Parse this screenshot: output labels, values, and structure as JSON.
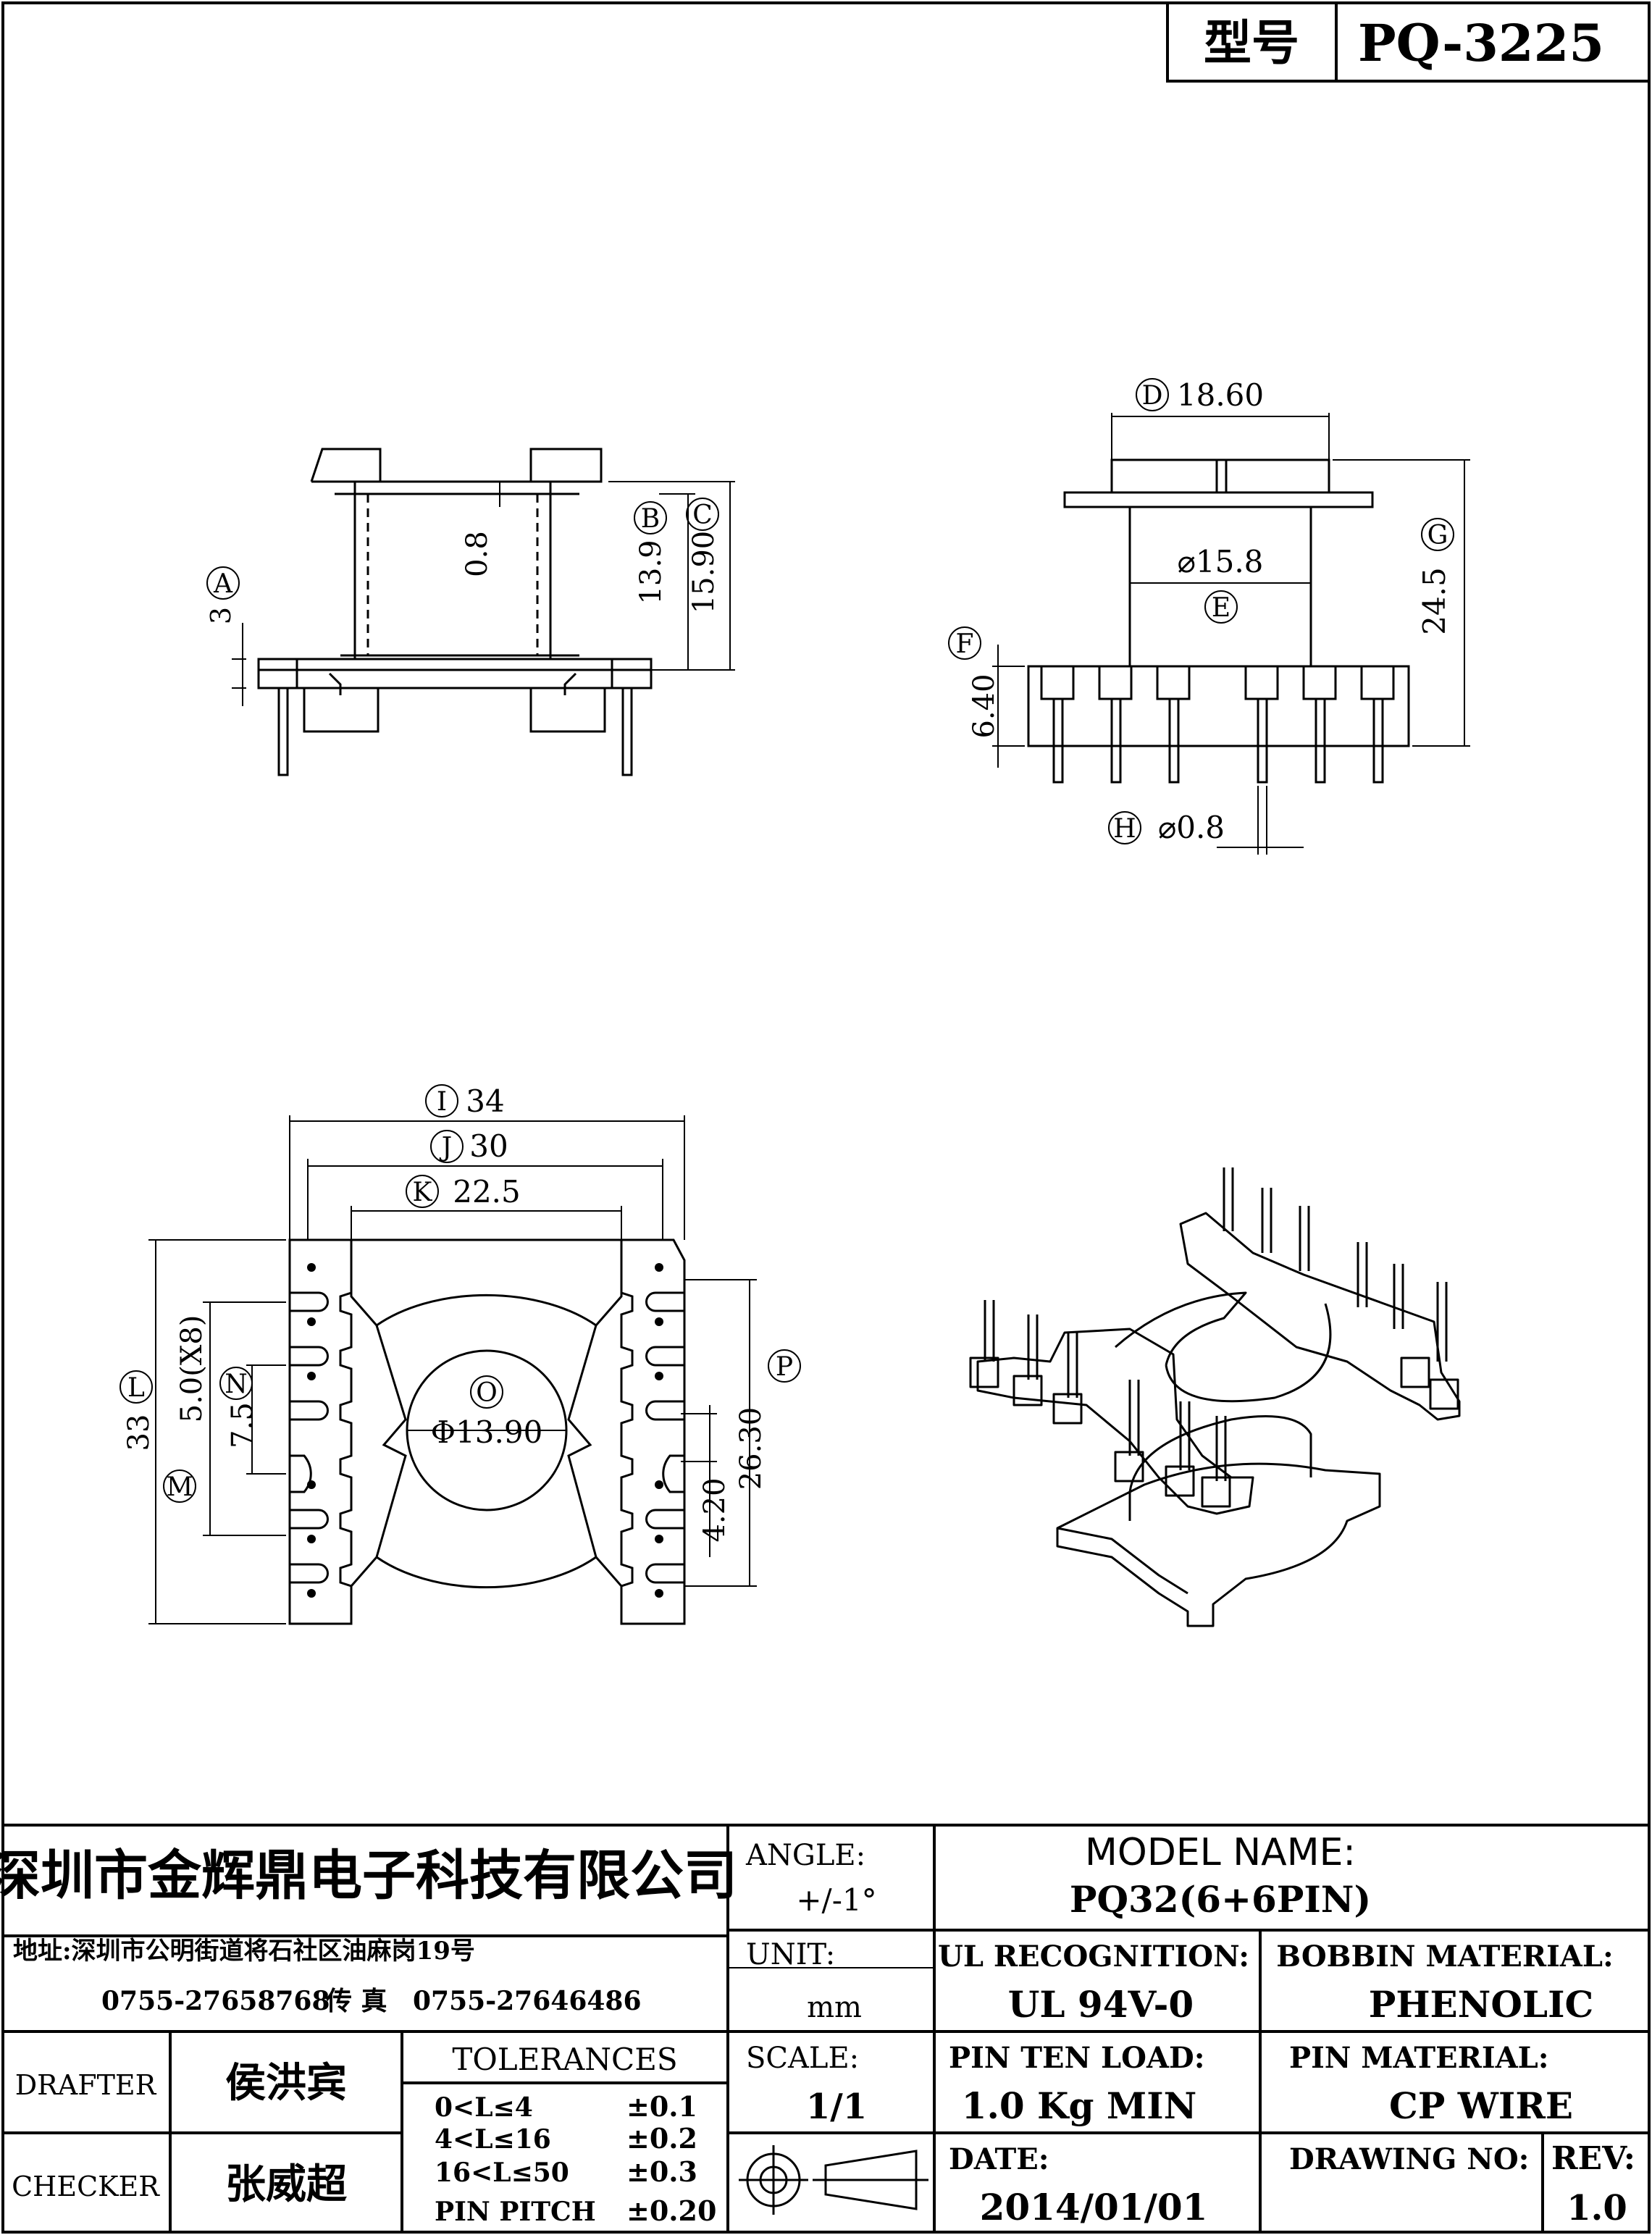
{
  "header": {
    "model_label": "型号",
    "model_value": "PQ-3225"
  },
  "views": {
    "side": {
      "A": "A",
      "A_value": "3",
      "B": "B",
      "B_value": "13.9",
      "C": "C",
      "C_value": "15.90",
      "wall_value": "0.8"
    },
    "front": {
      "D": "D",
      "D_value": "18.60",
      "E": "E",
      "E_value": "⌀15.8",
      "F": "F",
      "F_value": "6.40",
      "G": "G",
      "G_value": "24.5",
      "H": "H",
      "H_value": "⌀0.8"
    },
    "bottom": {
      "I": "I",
      "I_value": "34",
      "J": "J",
      "J_value": "30",
      "K": "K",
      "K_value": "22.5",
      "L": "L",
      "L_value": "33",
      "M": "M",
      "M_value": "5.0(X8)",
      "N": "N",
      "N_value": "7.5",
      "O": "O",
      "O_value": "Φ13.90",
      "P": "P",
      "P_value": "26.30",
      "gap_value": "4.20"
    }
  },
  "title_block": {
    "company": "深圳市金辉鼎电子科技有限公司",
    "address": "地址:深圳市公明街道将石社区油麻岗19号",
    "phone": "0755-27658768",
    "fax_label": "传 真",
    "fax": "0755-27646486",
    "angle_label": "ANGLE:",
    "angle_value": "+/-1°",
    "model_name_label": "MODEL NAME:",
    "model_name_value": "PQ32(6+6PIN)",
    "unit_label": "UNIT:",
    "unit_value": "mm",
    "ul_label": "UL RECOGNITION:",
    "ul_value": "UL 94V-0",
    "bobbin_label": "BOBBIN MATERIAL:",
    "bobbin_value": "PHENOLIC",
    "drafter_label": "DRAFTER",
    "drafter_name": "侯洪宾",
    "checker_label": "CHECKER",
    "checker_name": "张威超",
    "tolerances_label": "TOLERANCES",
    "tolerances": [
      {
        "range": "0<L≤4",
        "value": "±0.1"
      },
      {
        "range": "4<L≤16",
        "value": "±0.2"
      },
      {
        "range": "16<L≤50",
        "value": "±0.3"
      },
      {
        "range": "PIN PITCH",
        "value": "±0.20"
      }
    ],
    "scale_label": "SCALE:",
    "scale_value": "1/1",
    "pin_load_label": "PIN TEN LOAD:",
    "pin_load_value": "1.0 Kg MIN",
    "pin_material_label": "PIN MATERIAL:",
    "pin_material_value": "CP WIRE",
    "date_label": "DATE:",
    "date_value": "2014/01/01",
    "drawing_no_label": "DRAWING NO:",
    "drawing_no_value": "",
    "rev_label": "REV:",
    "rev_value": "1.0"
  }
}
